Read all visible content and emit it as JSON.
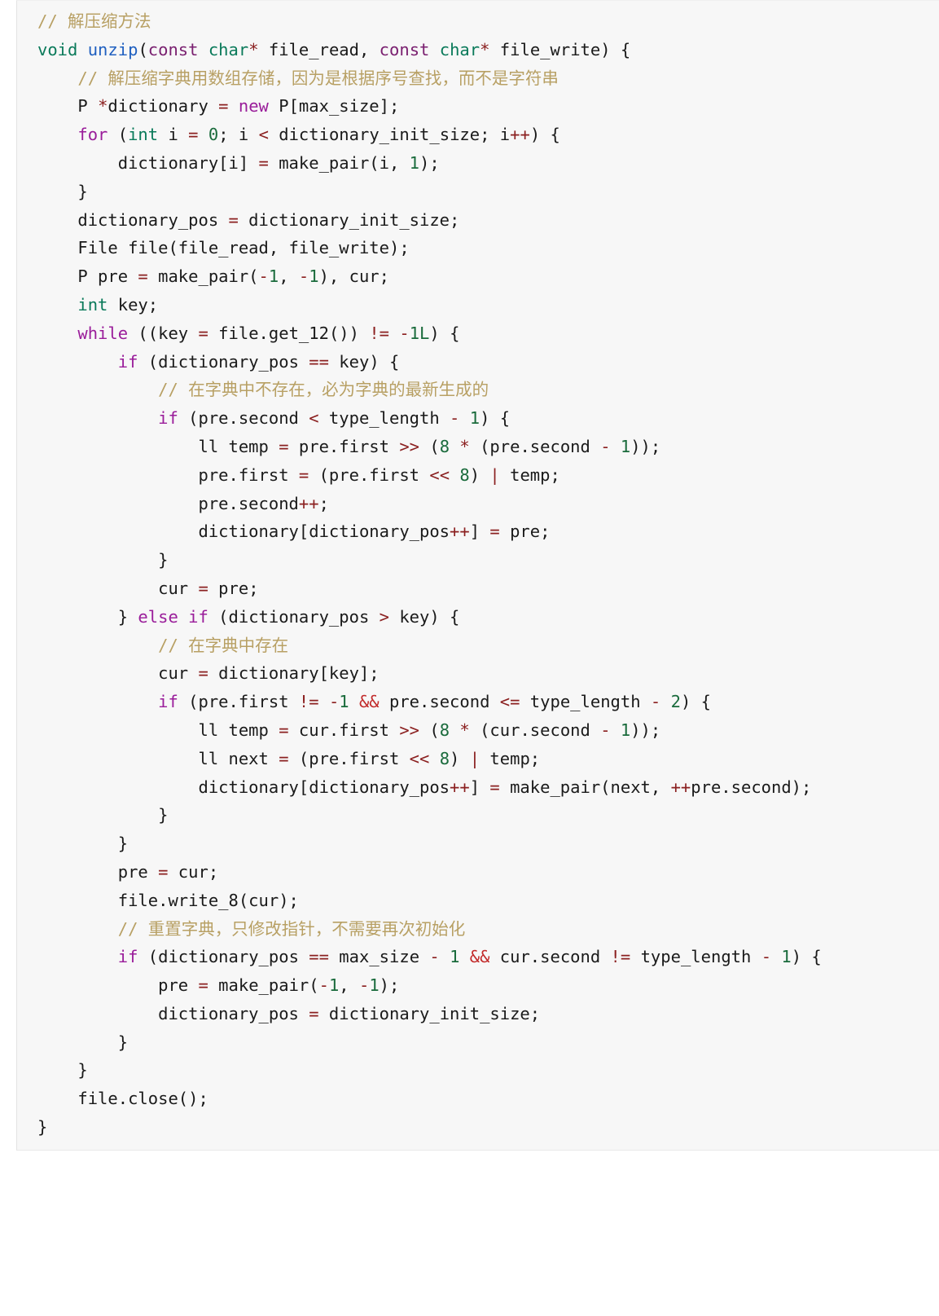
{
  "document": {
    "kind": "code-block",
    "language": "cpp",
    "background": "#f7f7f7",
    "page_background": "#ffffff"
  },
  "theme": {
    "comment": "#b8a064",
    "keyword": "#9a1d9a",
    "type": "#0a7a5a",
    "function": "#2060c0",
    "const_keyword": "#7a2070",
    "operator": "#8b2020",
    "logical_operator": "#c22b2b",
    "number": "#1a6b3c",
    "plain_text": "#1a1a1a"
  },
  "code": {
    "lines": [
      "// 解压缩方法",
      "void unzip(const char* file_read, const char* file_write) {",
      "    // 解压缩字典用数组存储，因为是根据序号查找，而不是字符串",
      "    P *dictionary = new P[max_size];",
      "    for (int i = 0; i < dictionary_init_size; i++) {",
      "        dictionary[i] = make_pair(i, 1);",
      "    }",
      "    dictionary_pos = dictionary_init_size;",
      "    File file(file_read, file_write);",
      "    P pre = make_pair(-1, -1), cur;",
      "    int key;",
      "    while ((key = file.get_12()) != -1L) {",
      "        if (dictionary_pos == key) {",
      "            // 在字典中不存在，必为字典的最新生成的",
      "            if (pre.second < type_length - 1) {",
      "                ll temp = pre.first >> (8 * (pre.second - 1));",
      "                pre.first = (pre.first << 8) | temp;",
      "                pre.second++;",
      "                dictionary[dictionary_pos++] = pre;",
      "            }",
      "            cur = pre;",
      "        } else if (dictionary_pos > key) {",
      "            // 在字典中存在",
      "            cur = dictionary[key];",
      "            if (pre.first != -1 && pre.second <= type_length - 2) {",
      "                ll temp = cur.first >> (8 * (cur.second - 1));",
      "                ll next = (pre.first << 8) | temp;",
      "                dictionary[dictionary_pos++] = make_pair(next, ++pre.second);",
      "            }",
      "        }",
      "        pre = cur;",
      "        file.write_8(cur);",
      "        // 重置字典，只修改指针，不需要再次初始化",
      "        if (dictionary_pos == max_size - 1 && cur.second != type_length - 1) {",
      "            pre = make_pair(-1, -1);",
      "            dictionary_pos = dictionary_init_size;",
      "        }",
      "    }",
      "    file.close();",
      "}"
    ]
  }
}
